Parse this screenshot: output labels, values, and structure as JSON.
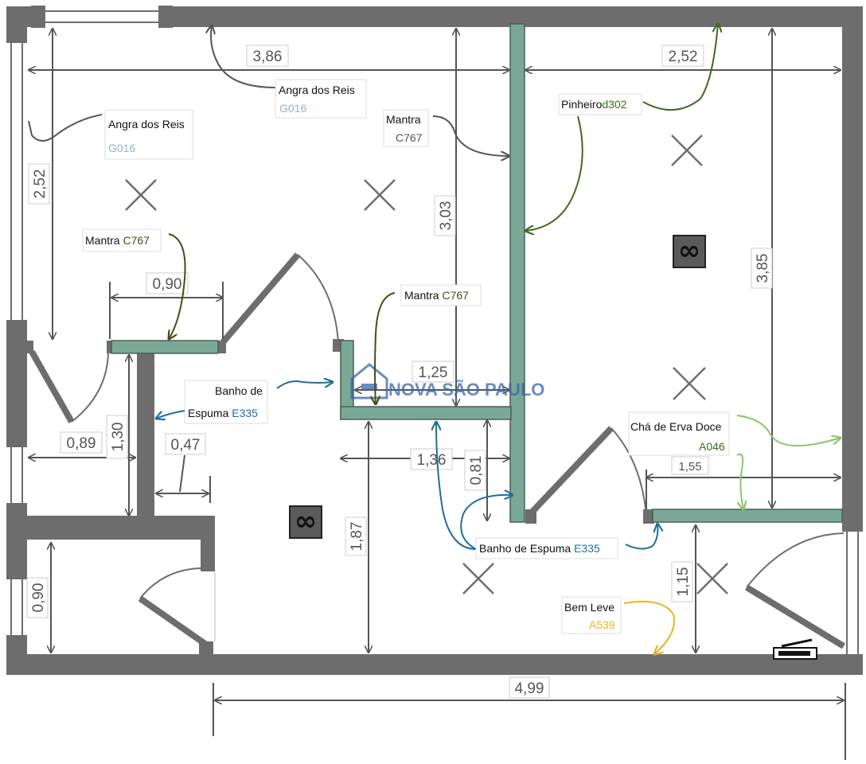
{
  "colors": {
    "wall": "#6d6d6d",
    "feature_wall": "#7aa897",
    "dimension": "#555555",
    "blue_paint": "#1f6f9a",
    "green_paint": "#3f6a1f",
    "light_green_paint": "#8cc46b",
    "yellow_paint": "#e6b422",
    "olive_paint": "#4a4a1a",
    "gray_paint": "#8fb4c9"
  },
  "dimensions": {
    "d386": "3,86",
    "d252_top": "2,52",
    "d252_left": "2,52",
    "d303": "3,03",
    "d385": "3,85",
    "d090_top": "0,90",
    "d125": "1,25",
    "d130": "1,30",
    "d089": "0,89",
    "d047": "0,47",
    "d136": "1,36",
    "d081": "0,81",
    "d155": "1,55",
    "d187": "1,87",
    "d090_bottom": "0,90",
    "d115": "1,15",
    "d499": "4,99"
  },
  "labels": {
    "angra_top": {
      "name": "Angra dos Reis",
      "code": "G016"
    },
    "angra_left": {
      "name": "Angra dos Reis",
      "code": "G016"
    },
    "mantra_center": {
      "name": "Mantra",
      "code": "C767"
    },
    "pinheiro": {
      "name": "Pinheiro",
      "code": "d302"
    },
    "mantra_left": {
      "name": "Mantra",
      "code": "C767"
    },
    "mantra_mid": {
      "name": "Mantra",
      "code": "C767"
    },
    "banho_left": {
      "name_line1": "Banho de",
      "name_line2": "Espuma",
      "code": "E335"
    },
    "cha": {
      "name": "Chá de Erva Doce",
      "code": "A046"
    },
    "banho_bottom": {
      "name": "Banho de Espuma",
      "code": "E335"
    },
    "bem_leve": {
      "name": "Bem Leve",
      "code": "A539"
    }
  },
  "watermark": {
    "text": "NOVA SÃO PAULO"
  },
  "symbols": {
    "ac_unit": "∞",
    "ceiling_light": "x-mark-icon"
  }
}
